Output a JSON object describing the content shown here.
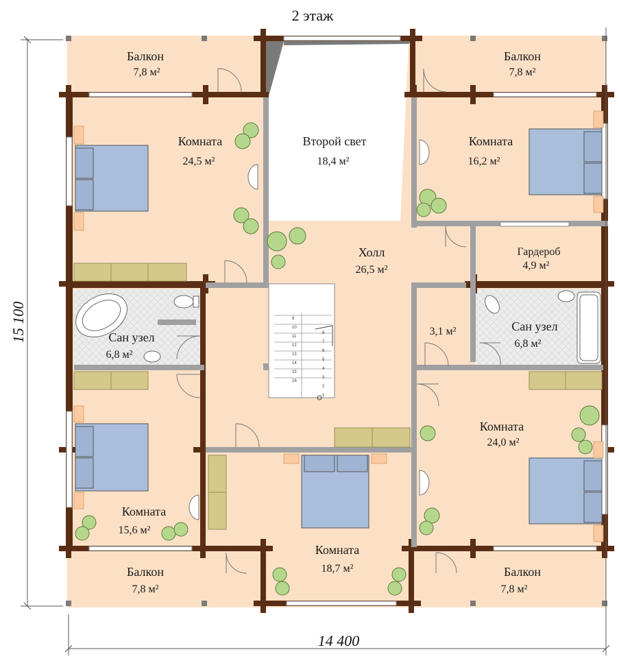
{
  "title": "2 этаж",
  "dimensions": {
    "width": "14 400",
    "height": "15 100"
  },
  "rooms": {
    "balcony_tl": {
      "name": "Балкон",
      "area": "7,8 м²"
    },
    "balcony_tr": {
      "name": "Балкон",
      "area": "7,8 м²"
    },
    "balcony_bl": {
      "name": "Балкон",
      "area": "7,8 м²"
    },
    "balcony_br": {
      "name": "Балкон",
      "area": "7,8 м²"
    },
    "room_tl": {
      "name": "Комната",
      "area": "24,5 м²"
    },
    "second_light": {
      "name": "Второй свет",
      "area": "18,4 м²"
    },
    "room_tr": {
      "name": "Комната",
      "area": "16,2 м²"
    },
    "hall": {
      "name": "Холл",
      "area": "26,5 м²"
    },
    "wardrobe": {
      "name": "Гардероб",
      "area": "4,9 м²"
    },
    "bath_l": {
      "name": "Сан узел",
      "area": "6,8 м²"
    },
    "bath_r": {
      "name": "Сан узел",
      "area": "6,8 м²"
    },
    "small_room": {
      "area": "3,1 м²"
    },
    "room_r": {
      "name": "Комната",
      "area": "24,0 м²"
    },
    "room_bl": {
      "name": "Комната",
      "area": "15,6 м²"
    },
    "room_bc": {
      "name": "Комната",
      "area": "18,7 м²"
    }
  },
  "stair_numbers": [
    "1",
    "2",
    "3",
    "4",
    "5",
    "6",
    "7",
    "8",
    "9",
    "10",
    "11",
    "12",
    "13",
    "14",
    "15",
    "16"
  ],
  "colors": {
    "floor": "#fbe0c6",
    "wall": "#5a2e14",
    "partition": "#a0a0a0",
    "bed": "#a9bedb",
    "furniture": "#d4c88a",
    "plant": "#b5d78c",
    "tile": "#e8e8e8",
    "void": "#ffffff"
  }
}
